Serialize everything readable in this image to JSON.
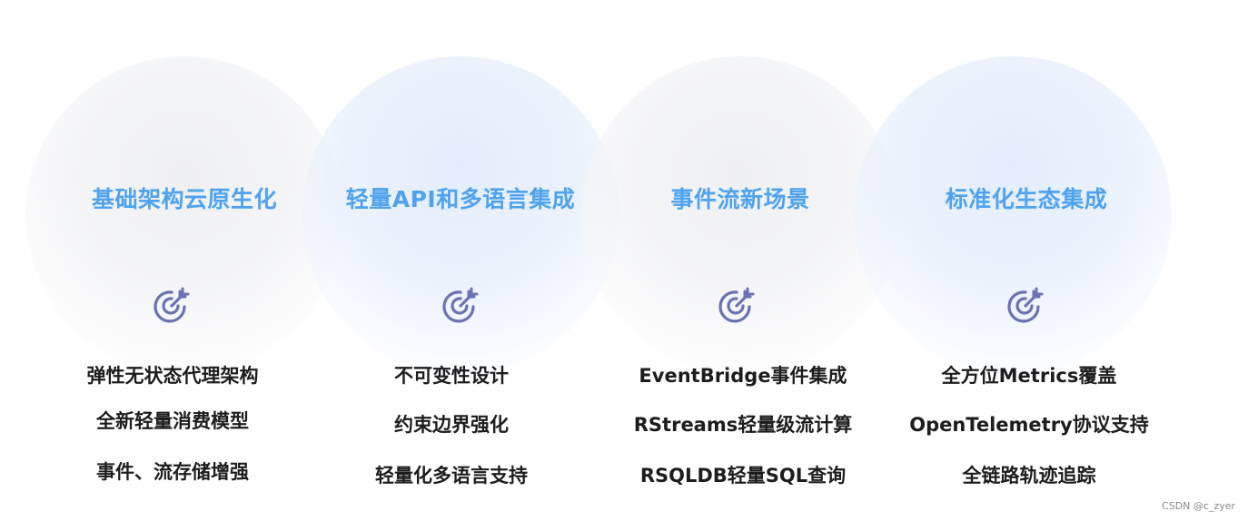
{
  "columns": [
    {
      "title": "基础架构云原生化",
      "icon": "target-icon",
      "circle_tint": "gray",
      "features": [
        "弹性无状态代理架构",
        "全新轻量消费模型",
        "事件、流存储增强"
      ]
    },
    {
      "title": "轻量API和多语言集成",
      "icon": "target-icon",
      "circle_tint": "blue",
      "features": [
        "不可变性设计",
        "约束边界强化",
        "轻量化多语言支持"
      ]
    },
    {
      "title": "事件流新场景",
      "icon": "target-icon",
      "circle_tint": "gray",
      "features": [
        "EventBridge事件集成",
        "RStreams轻量级流计算",
        "RSQLDB轻量SQL查询"
      ]
    },
    {
      "title": "标准化生态集成",
      "icon": "target-icon",
      "circle_tint": "blue",
      "features": [
        "全方位Metrics覆盖",
        "OpenTelemetry协议支持",
        "全链路轨迹追踪"
      ]
    }
  ],
  "watermark": "CSDN @c_zyer",
  "colors": {
    "title": "#4fa3ee",
    "feature_text": "#1d1d1f",
    "icon_stroke": "#6a72b4",
    "circle_gray": "#eeeff2",
    "circle_blue": "#e2ecfc"
  }
}
